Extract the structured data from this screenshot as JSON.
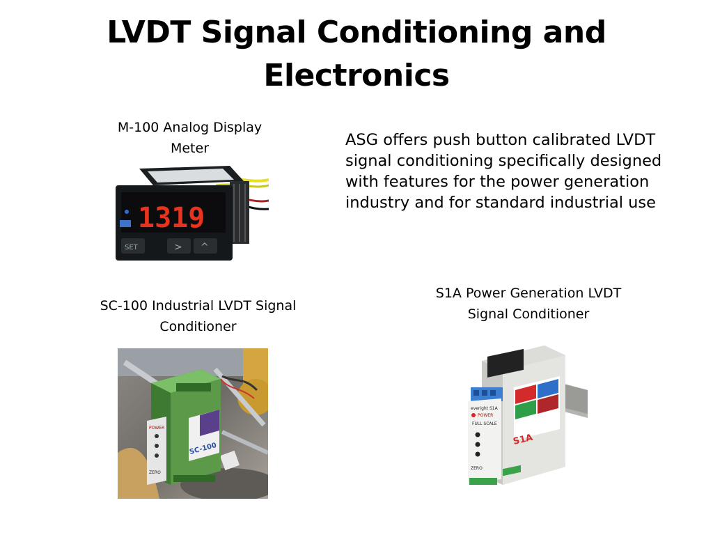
{
  "slide": {
    "title": "LVDT Signal Conditioning and Electronics",
    "description": "ASG offers push button calibrated LVDT signal conditioning  specifically designed with features for the power generation industry and for standard industrial use"
  },
  "products": {
    "m100": {
      "caption": "M-100 Analog Display Meter",
      "display_value": "1319"
    },
    "sc100": {
      "caption": "SC-100 Industrial LVDT Signal Conditioner",
      "module_label": "SC-100"
    },
    "s1a": {
      "caption": "S1A Power Generation LVDT Signal Conditioner",
      "module_label": "S1A"
    }
  },
  "module_labels": {
    "power": "POWER",
    "full_scale": "FULL SCALE",
    "zero": "ZERO"
  },
  "colors": {
    "display_red": "#e8331f",
    "sc100_green": "#5c9a4a",
    "s1a_body": "#e4e4e0"
  }
}
